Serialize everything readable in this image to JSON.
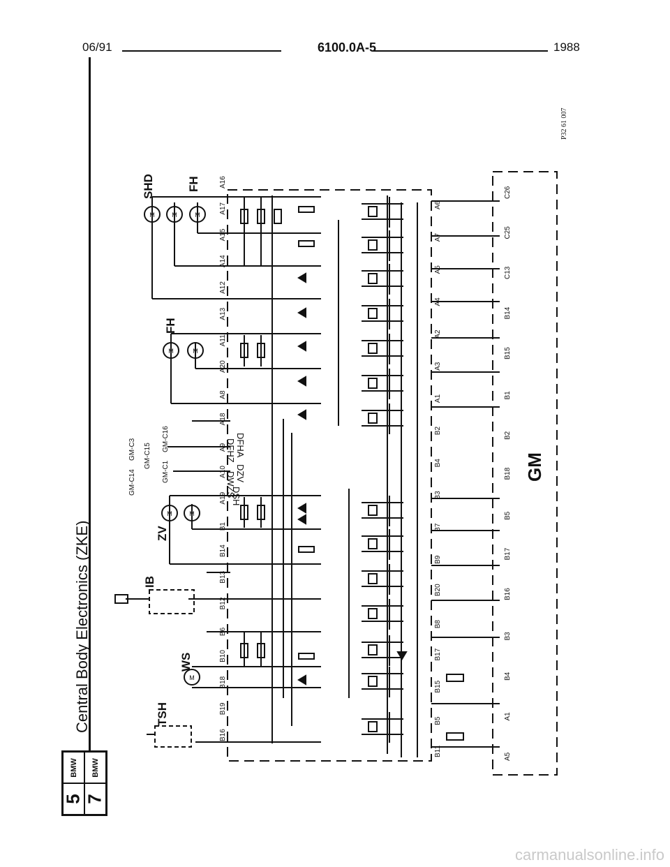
{
  "header": {
    "date": "06/91",
    "doc_number": "6100.0A-5",
    "year": "1988"
  },
  "side_title": "Central Body Electronics (ZKE)",
  "logo": {
    "brand_a": "BMW",
    "brand_b": "BMW",
    "series_a": "5",
    "series_b": "7"
  },
  "figure_code": "P32 61 007",
  "footer": "carmanualsonline.info",
  "diagram": {
    "modules": {
      "shd": "SHD",
      "fh_top": "FH",
      "fh_mid": "FH",
      "zv": "ZV",
      "ib": "IB",
      "ws": "WS",
      "tsh": "TSH",
      "gm": "GM"
    },
    "signals": {
      "dfha": "DFHA",
      "dfhz": "DFHZ",
      "dzv": "DZV",
      "dwzs": "DWZS",
      "dsh": "DSH"
    },
    "gm_refs": {
      "c14": "GM-C14",
      "c15": "GM-C15",
      "c1": "GM-C1",
      "c16": "GM-C16",
      "c3": "GM-C3"
    },
    "left_pins": [
      "B16",
      "B19",
      "B18",
      "B10",
      "B6",
      "B12",
      "B13",
      "B14",
      "B1",
      "A19",
      "A10",
      "A9",
      "A18",
      "A8",
      "A20",
      "A11",
      "A13",
      "A12",
      "A14",
      "A15",
      "A17",
      "A16"
    ],
    "right_pins": [
      "B11",
      "B5",
      "B15",
      "B17",
      "B8",
      "B20",
      "B9",
      "B7",
      "B3",
      "B4",
      "B2",
      "A1",
      "A3",
      "A2",
      "A4",
      "A5",
      "A7",
      "A6"
    ],
    "gm_pins": [
      "A5",
      "A1",
      "B4",
      "B3",
      "B16",
      "B17",
      "B5",
      "B18",
      "B2",
      "B1",
      "B15",
      "B14",
      "C13",
      "C25",
      "C26"
    ]
  }
}
